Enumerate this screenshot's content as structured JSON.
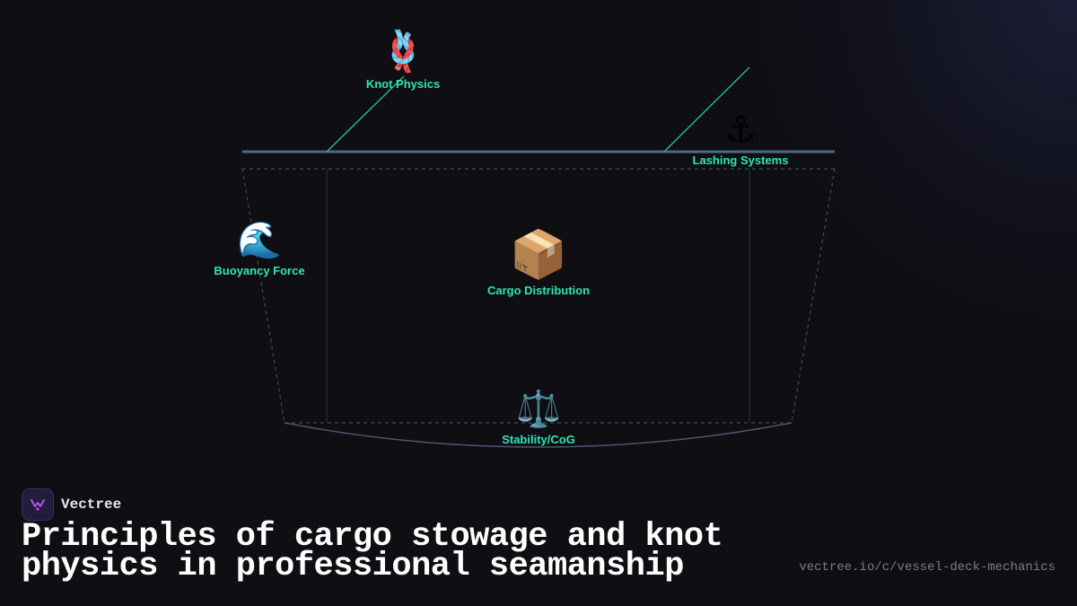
{
  "diagram": {
    "nodes": [
      {
        "id": "knot",
        "emoji": "🪢",
        "label": "Knot Physics"
      },
      {
        "id": "lashing",
        "emoji": "⚓",
        "label": "Lashing Systems"
      },
      {
        "id": "buoyancy",
        "emoji": "🌊",
        "label": "Buoyancy Force"
      },
      {
        "id": "cargo",
        "emoji": "📦",
        "label": "Cargo Distribution"
      },
      {
        "id": "stability",
        "emoji": "⚖️",
        "label": "Stability/CoG"
      }
    ],
    "colors": {
      "deck": "#4e6788",
      "hull_outline": "#3f4b5e",
      "link_lines": "#1fb591",
      "label": "#2ee6b6"
    }
  },
  "brand": {
    "name": "Vectree"
  },
  "title": "Principles of cargo stowage and knot physics in professional seamanship",
  "url": "vectree.io/c/vessel-deck-mechanics"
}
